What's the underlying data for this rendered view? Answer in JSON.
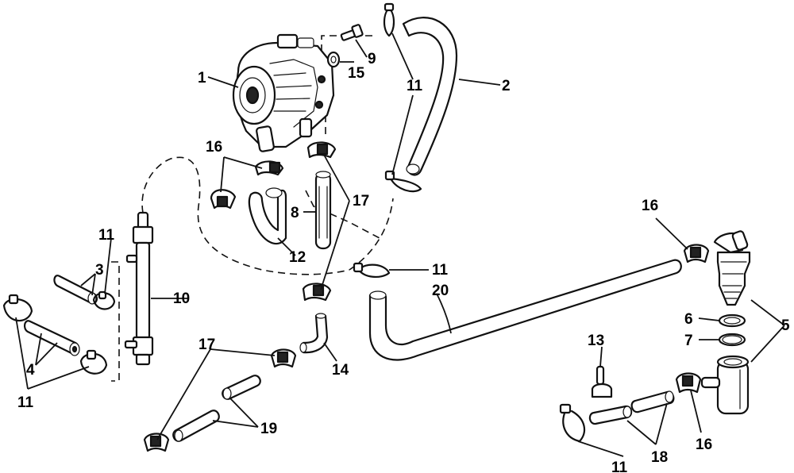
{
  "callouts": {
    "c1": "1",
    "c2": "2",
    "c3": "3",
    "c4": "4",
    "c5": "5",
    "c6": "6",
    "c7": "7",
    "c8": "8",
    "c9": "9",
    "c10": "10",
    "c11a": "11",
    "c11b": "11",
    "c11c": "11",
    "c11d": "11",
    "c11e": "11",
    "c12": "12",
    "c13": "13",
    "c14": "14",
    "c15": "15",
    "c16a": "16",
    "c16b": "16",
    "c16c": "16",
    "c17a": "17",
    "c17b": "17",
    "c18": "18",
    "c19": "19",
    "c20": "20"
  }
}
